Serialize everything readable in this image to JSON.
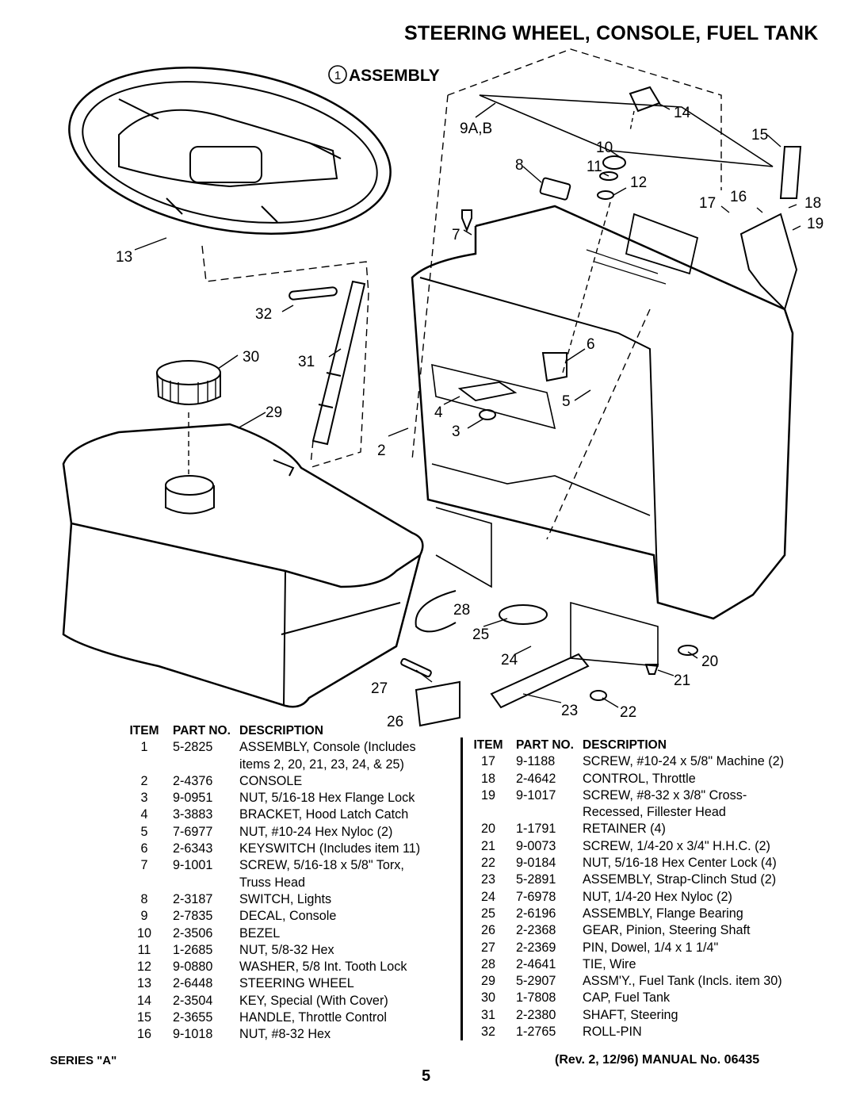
{
  "title": "STEERING WHEEL, CONSOLE, FUEL TANK",
  "assembly_label": "ASSEMBLY",
  "assembly_number": "1",
  "callouts": {
    "c9ab": "9A,B",
    "c14": "14",
    "c15": "15",
    "c10": "10",
    "c8": "8",
    "c11": "11",
    "c12": "12",
    "c17": "17",
    "c16": "16",
    "c18": "18",
    "c19": "19",
    "c7": "7",
    "c13": "13",
    "c32": "32",
    "c30": "30",
    "c31": "31",
    "c6": "6",
    "c29": "29",
    "c5": "5",
    "c4": "4",
    "c3": "3",
    "c2": "2",
    "c28": "28",
    "c25": "25",
    "c24": "24",
    "c20": "20",
    "c27": "27",
    "c21": "21",
    "c26": "26",
    "c23": "23",
    "c22": "22"
  },
  "table_headers": {
    "item": "ITEM",
    "part_no": "PART NO.",
    "description": "DESCRIPTION"
  },
  "parts_left": [
    {
      "item": "1",
      "part": "5-2825",
      "desc": "ASSEMBLY, Console (Includes"
    },
    {
      "item": "",
      "part": "",
      "desc": "items 2, 20, 21, 23, 24, & 25)"
    },
    {
      "item": "2",
      "part": "2-4376",
      "desc": "CONSOLE"
    },
    {
      "item": "3",
      "part": "9-0951",
      "desc": "NUT, 5/16-18 Hex Flange Lock"
    },
    {
      "item": "4",
      "part": "3-3883",
      "desc": "BRACKET, Hood Latch Catch"
    },
    {
      "item": "5",
      "part": "7-6977",
      "desc": "NUT, #10-24 Hex Nyloc (2)"
    },
    {
      "item": "6",
      "part": "2-6343",
      "desc": "KEYSWITCH (Includes item 11)"
    },
    {
      "item": "7",
      "part": "9-1001",
      "desc": "SCREW, 5/16-18 x 5/8\" Torx,"
    },
    {
      "item": "",
      "part": "",
      "desc": "Truss Head"
    },
    {
      "item": "8",
      "part": "2-3187",
      "desc": "SWITCH, Lights"
    },
    {
      "item": "9",
      "part": "2-7835",
      "desc": "DECAL, Console"
    },
    {
      "item": "10",
      "part": "2-3506",
      "desc": "BEZEL"
    },
    {
      "item": "11",
      "part": "1-2685",
      "desc": "NUT, 5/8-32 Hex"
    },
    {
      "item": "12",
      "part": "9-0880",
      "desc": "WASHER, 5/8 Int. Tooth Lock"
    },
    {
      "item": "13",
      "part": "2-6448",
      "desc": "STEERING WHEEL"
    },
    {
      "item": "14",
      "part": "2-3504",
      "desc": "KEY, Special (With Cover)"
    },
    {
      "item": "15",
      "part": "2-3655",
      "desc": "HANDLE, Throttle Control"
    },
    {
      "item": "16",
      "part": "9-1018",
      "desc": "NUT, #8-32 Hex"
    }
  ],
  "parts_right": [
    {
      "item": "17",
      "part": "9-1188",
      "desc": "SCREW, #10-24 x 5/8\" Machine (2)"
    },
    {
      "item": "18",
      "part": "2-4642",
      "desc": "CONTROL, Throttle"
    },
    {
      "item": "19",
      "part": "9-1017",
      "desc": "SCREW, #8-32 x 3/8\" Cross-"
    },
    {
      "item": "",
      "part": "",
      "desc": "Recessed, Fillester Head"
    },
    {
      "item": "20",
      "part": "1-1791",
      "desc": "RETAINER (4)"
    },
    {
      "item": "21",
      "part": "9-0073",
      "desc": "SCREW, 1/4-20 x 3/4\" H.H.C. (2)"
    },
    {
      "item": "22",
      "part": "9-0184",
      "desc": "NUT, 5/16-18 Hex Center Lock (4)"
    },
    {
      "item": "23",
      "part": "5-2891",
      "desc": "ASSEMBLY, Strap-Clinch Stud (2)"
    },
    {
      "item": "24",
      "part": "7-6978",
      "desc": "NUT, 1/4-20 Hex Nyloc (2)"
    },
    {
      "item": "25",
      "part": "2-6196",
      "desc": "ASSEMBLY, Flange Bearing"
    },
    {
      "item": "26",
      "part": "2-2368",
      "desc": "GEAR, Pinion, Steering Shaft"
    },
    {
      "item": "27",
      "part": "2-2369",
      "desc": "PIN, Dowel, 1/4 x 1 1/4\""
    },
    {
      "item": "28",
      "part": "2-4641",
      "desc": "TIE, Wire"
    },
    {
      "item": "29",
      "part": "5-2907",
      "desc": "ASSM'Y., Fuel Tank (Incls. item 30)"
    },
    {
      "item": "30",
      "part": "1-7808",
      "desc": "CAP, Fuel Tank"
    },
    {
      "item": "31",
      "part": "2-2380",
      "desc": "SHAFT, Steering"
    },
    {
      "item": "32",
      "part": "1-2765",
      "desc": "ROLL-PIN"
    }
  ],
  "footer": {
    "series": "SERIES \"A\"",
    "manual": "(Rev. 2, 12/96) MANUAL No. 06435",
    "page": "5"
  }
}
